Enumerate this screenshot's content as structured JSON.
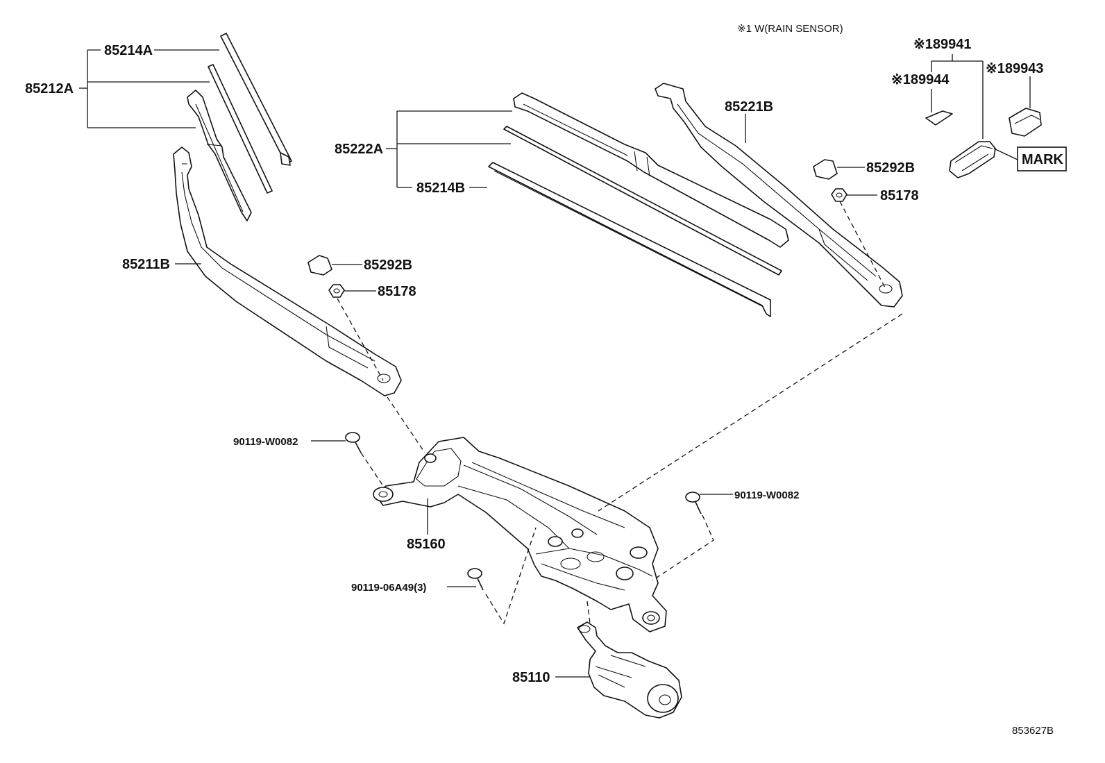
{
  "header_note": "※1 W(RAIN SENSOR)",
  "diagram_id": "853627B",
  "mark_box": "MARK",
  "labels": {
    "p85214A": "85214A",
    "p85212A": "85212A",
    "p85222A": "85222A",
    "p85214B": "85214B",
    "p85221B": "85221B",
    "p85292B_right": "85292B",
    "p85178_right": "85178",
    "p85211B": "85211B",
    "p85292B_left": "85292B",
    "p85178_left": "85178",
    "p89941": "※189941",
    "p89944": "※189944",
    "p89943": "※189943",
    "p90119W0082_left": "90119-W0082",
    "p90119W0082_right": "90119-W0082",
    "p85160": "85160",
    "p90119_06A49": "90119-06A49(3)",
    "p85110": "85110"
  }
}
